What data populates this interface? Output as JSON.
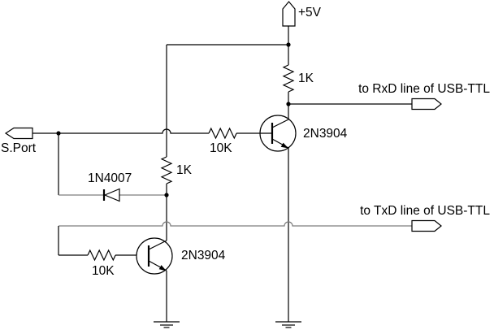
{
  "diagram": {
    "type": "circuit-schematic",
    "background": "#ffffff",
    "colors": {
      "wire": "#000000",
      "muted_wire": "#7d7d7d",
      "text": "#000000"
    },
    "power": {
      "label": "+5V"
    },
    "ports": {
      "serial": {
        "label": "S.Port"
      },
      "rxd": {
        "label": "to RxD line of USB-TTL"
      },
      "txd": {
        "label": "to TxD line of USB-TTL"
      }
    },
    "components": {
      "r1": {
        "value": "1K"
      },
      "r2": {
        "value": "1K"
      },
      "r3": {
        "value": "10K"
      },
      "r4": {
        "value": "10K"
      },
      "d1": {
        "value": "1N4007"
      },
      "q1": {
        "value": "2N3904"
      },
      "q2": {
        "value": "2N3904"
      }
    }
  }
}
